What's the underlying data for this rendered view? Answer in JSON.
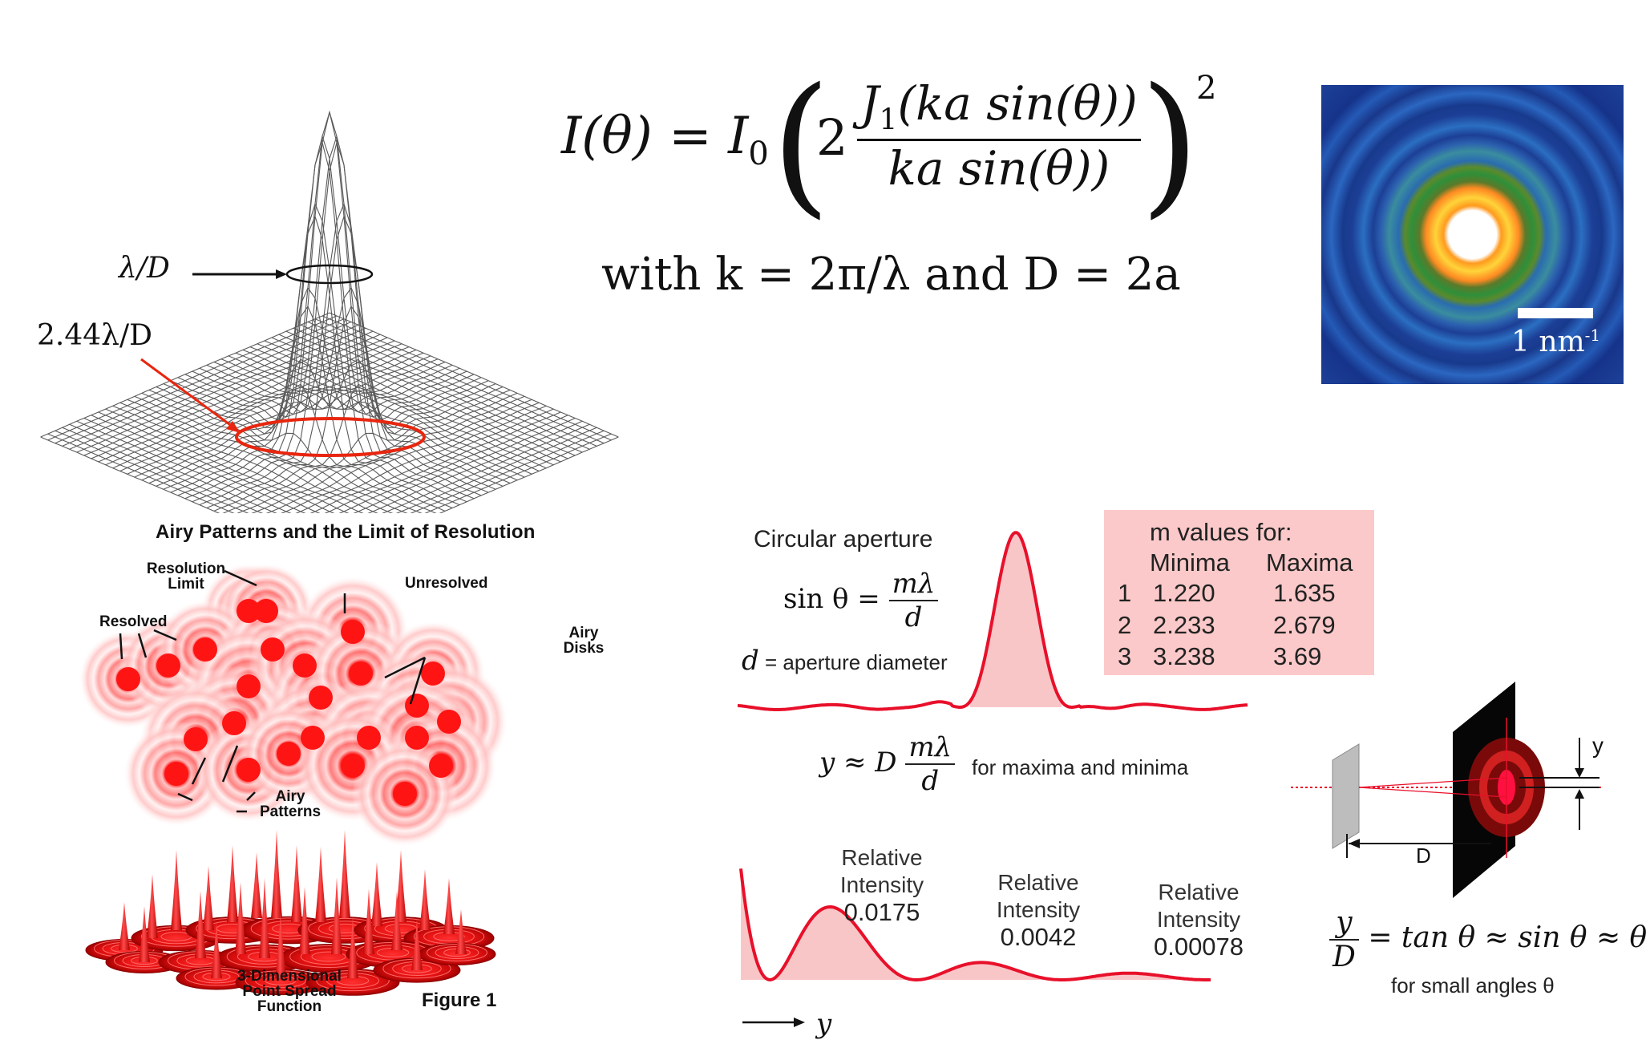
{
  "formula": {
    "lhs": "I(θ) = I",
    "lhs_sub": "0",
    "two": "2",
    "numerator": "J",
    "numerator_sub": "1",
    "numerator_rest": "(ka sin(θ))",
    "denominator": "ka sin(θ))",
    "exponent": "2",
    "with_line": "with k = 2π/λ and D = 2a"
  },
  "mesh_labels": {
    "lambda_d": "λ/D",
    "lambda_d_244": "2.44λ/D"
  },
  "diffraction_image": {
    "scale_label": "1 nm",
    "scale_sup": "-1"
  },
  "airy_figure": {
    "title": "Airy Patterns and the Limit of Resolution",
    "resolution_limit": "Resolution\nLimit",
    "unresolved": "Unresolved",
    "resolved": "Resolved",
    "airy_disks": "Airy\nDisks",
    "airy_patterns": "Airy\nPatterns",
    "psf": "3-Dimensional\nPoint Spread\nFunction",
    "figure_label": "Figure 1"
  },
  "aperture": {
    "title": "Circular aperture",
    "sin_lhs": "sin θ =",
    "sin_num": "mλ",
    "sin_den": "d",
    "d_var": "d",
    "d_def": " = aperture diameter",
    "y_lhs": "y ≈ D",
    "y_num": "mλ",
    "y_den": "d",
    "y_note": "for maxima and minima",
    "axis_label": "y"
  },
  "m_table": {
    "header": "m values for:",
    "col_min": "Minima",
    "col_max": "Maxima",
    "rows": [
      {
        "m": "1",
        "min": "1.220",
        "max": "1.635"
      },
      {
        "m": "2",
        "min": "2.233",
        "max": "2.679"
      },
      {
        "m": "3",
        "min": "3.238",
        "max": "3.69"
      }
    ]
  },
  "relative_intensity": [
    {
      "label": "Relative\nIntensity",
      "value": "0.0175"
    },
    {
      "label": "Relative\nIntensity",
      "value": "0.0042"
    },
    {
      "label": "Relative\nIntensity",
      "value": "0.00078"
    }
  ],
  "screen_diagram": {
    "y_label": "y",
    "d_label": "D",
    "eq_num": "y",
    "eq_den": "D",
    "eq_rest": "= tan θ ≈ sin θ ≈ θ",
    "note": "for small angles θ"
  },
  "colors": {
    "red": "#e8102a",
    "pink_fill": "#f9c6c8",
    "table_bg": "#fbc9c9",
    "mesh": "#5a5a5a"
  }
}
